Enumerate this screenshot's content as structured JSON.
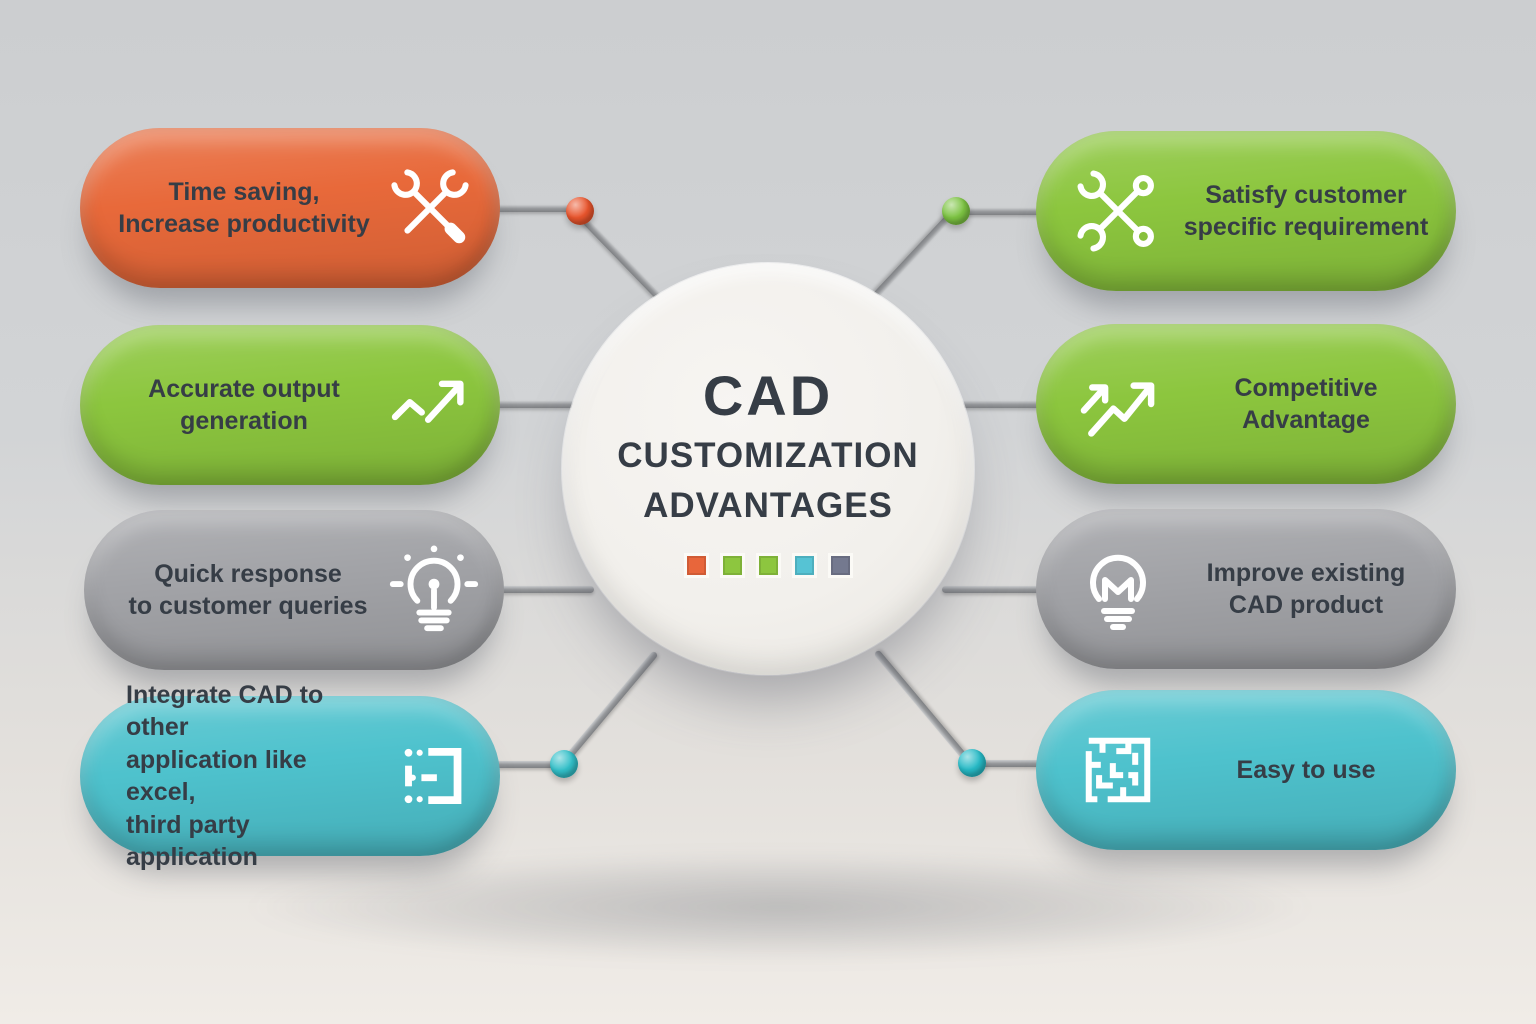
{
  "title": {
    "line1": "CAD",
    "line2": "CUSTOMIZATION",
    "line3": "ADVANTAGES"
  },
  "palette": [
    "#E8663B",
    "#8DC63F",
    "#8DC63F",
    "#56C3D4",
    "#74798F"
  ],
  "colors": {
    "text": "#363D46",
    "connector": "#96989B",
    "circle": "#F2F0EC",
    "bgtop": "#CCCED0",
    "bgbottom": "#F0ECE7"
  },
  "capsules": {
    "left": [
      {
        "label": "Time saving,\nIncrease productivity",
        "color": "#E8693A",
        "icon": "tools-icon"
      },
      {
        "label": "Accurate output\ngeneration",
        "color": "#8CC63E",
        "icon": "trend-arrow-icon"
      },
      {
        "label": "Quick response\nto customer queries",
        "color": "#A2A3A7",
        "icon": "lightbulb-idea-icon"
      },
      {
        "label": "Integrate CAD to other\napplication like excel,\nthird party application",
        "color": "#4EC2CD",
        "icon": "integration-icon"
      }
    ],
    "right": [
      {
        "label": "Satisfy customer\nspecific requirement",
        "color": "#8CC63E",
        "icon": "crossed-wrenches-icon"
      },
      {
        "label": "Competitive\nAdvantage",
        "color": "#8CC63E",
        "icon": "growth-arrows-icon"
      },
      {
        "label": "Improve existing\nCAD product",
        "color": "#A2A3A7",
        "icon": "lightbulb-wrench-icon"
      },
      {
        "label": "Easy to use",
        "color": "#4EC2CD",
        "icon": "maze-icon"
      }
    ]
  },
  "dots": [
    {
      "id": "top-left",
      "color": "#E8542C"
    },
    {
      "id": "bottom-left",
      "color": "#32BFC8"
    },
    {
      "id": "top-right",
      "color": "#7CC342"
    },
    {
      "id": "bottom-right",
      "color": "#27BAC6"
    }
  ]
}
